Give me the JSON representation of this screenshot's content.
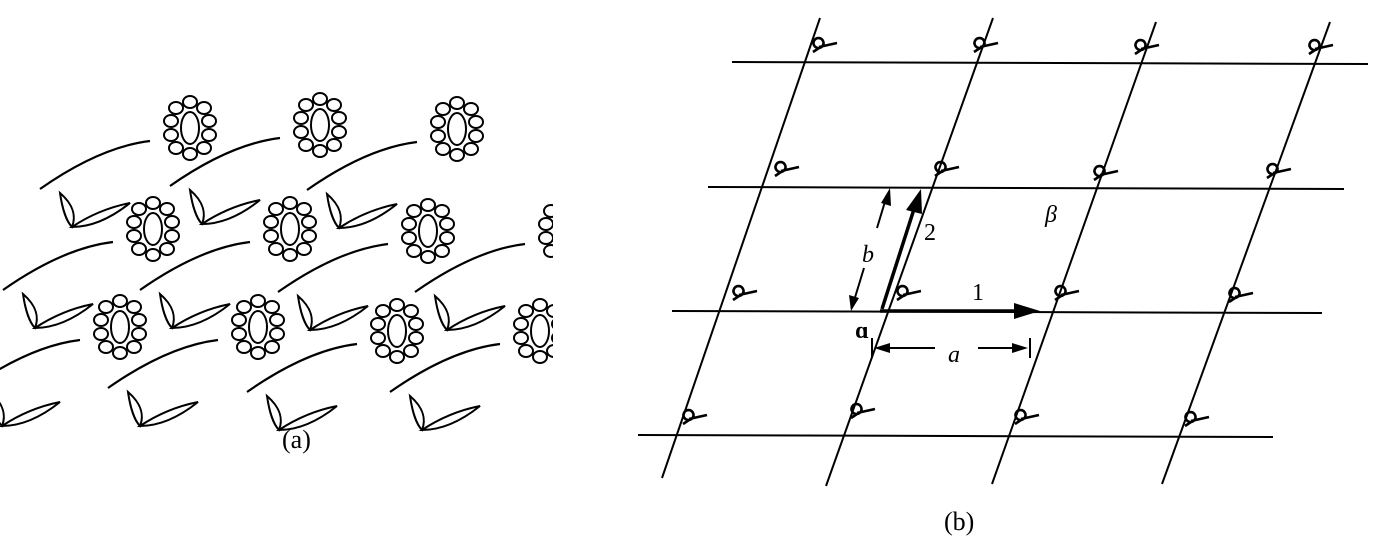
{
  "panel_a": {
    "caption": "(a)"
  },
  "panel_b": {
    "caption": "(b)",
    "origin_glyph": "ɑ",
    "vector_1_label": "1",
    "vector_2_label": "2",
    "dimension_a_label": "a",
    "dimension_b_label": "b",
    "point_beta_label": "β"
  }
}
